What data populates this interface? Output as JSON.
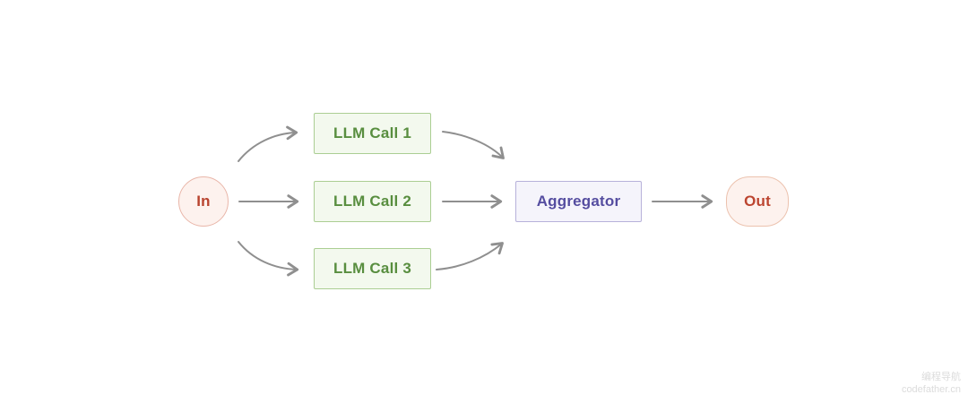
{
  "diagram": {
    "title_semantic": "llm-parallelization-aggregator-workflow",
    "nodes": {
      "input": {
        "label": "In"
      },
      "call1": {
        "label": "LLM Call 1"
      },
      "call2": {
        "label": "LLM Call 2"
      },
      "call3": {
        "label": "LLM Call 3"
      },
      "aggregator": {
        "label": "Aggregator"
      },
      "output": {
        "label": "Out"
      }
    },
    "edges": [
      {
        "from": "input",
        "to": "call1",
        "style": "curved"
      },
      {
        "from": "input",
        "to": "call2",
        "style": "straight"
      },
      {
        "from": "input",
        "to": "call3",
        "style": "curved"
      },
      {
        "from": "call1",
        "to": "aggregator",
        "style": "curved"
      },
      {
        "from": "call2",
        "to": "aggregator",
        "style": "straight"
      },
      {
        "from": "call3",
        "to": "aggregator",
        "style": "curved"
      },
      {
        "from": "aggregator",
        "to": "output",
        "style": "straight"
      }
    ],
    "colors": {
      "green_fill": "#f3f9ee",
      "green_border": "#abce93",
      "green_text": "#588e3f",
      "purple_fill": "#f5f4fb",
      "purple_border": "#b7b1da",
      "purple_text": "#554da0",
      "pink_fill": "#fdf2ee",
      "pink_border": "#e9b6a9",
      "red_text": "#bc4530",
      "arrow": "#8f8f8f",
      "background": "#ffffff"
    }
  },
  "watermark": {
    "line1": "编程导航",
    "line2": "codefather.cn"
  }
}
